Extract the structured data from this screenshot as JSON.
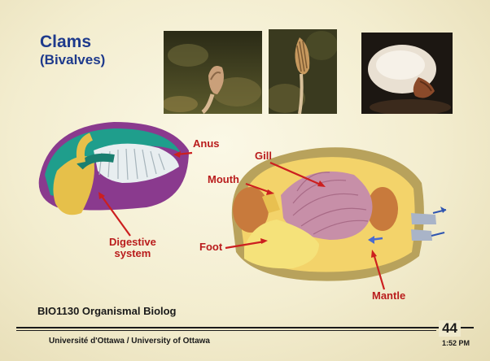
{
  "slide": {
    "title": "Clams",
    "subtitle": "(Bivalves)",
    "labels": {
      "anus": "Anus",
      "gill": "Gill",
      "mouth": "Mouth",
      "digestive_line1": "Digestive",
      "digestive_line2": "system",
      "foot": "Foot",
      "mantle": "Mantle"
    },
    "course": "BIO1130 Organismal Biolog",
    "university": "Université d'Ottawa / University of Ottawa",
    "page_number": "44",
    "time": "1:52 PM"
  },
  "colors": {
    "title": "#1e3a8c",
    "label": "#b91c1c",
    "background": "#f3edcf"
  }
}
